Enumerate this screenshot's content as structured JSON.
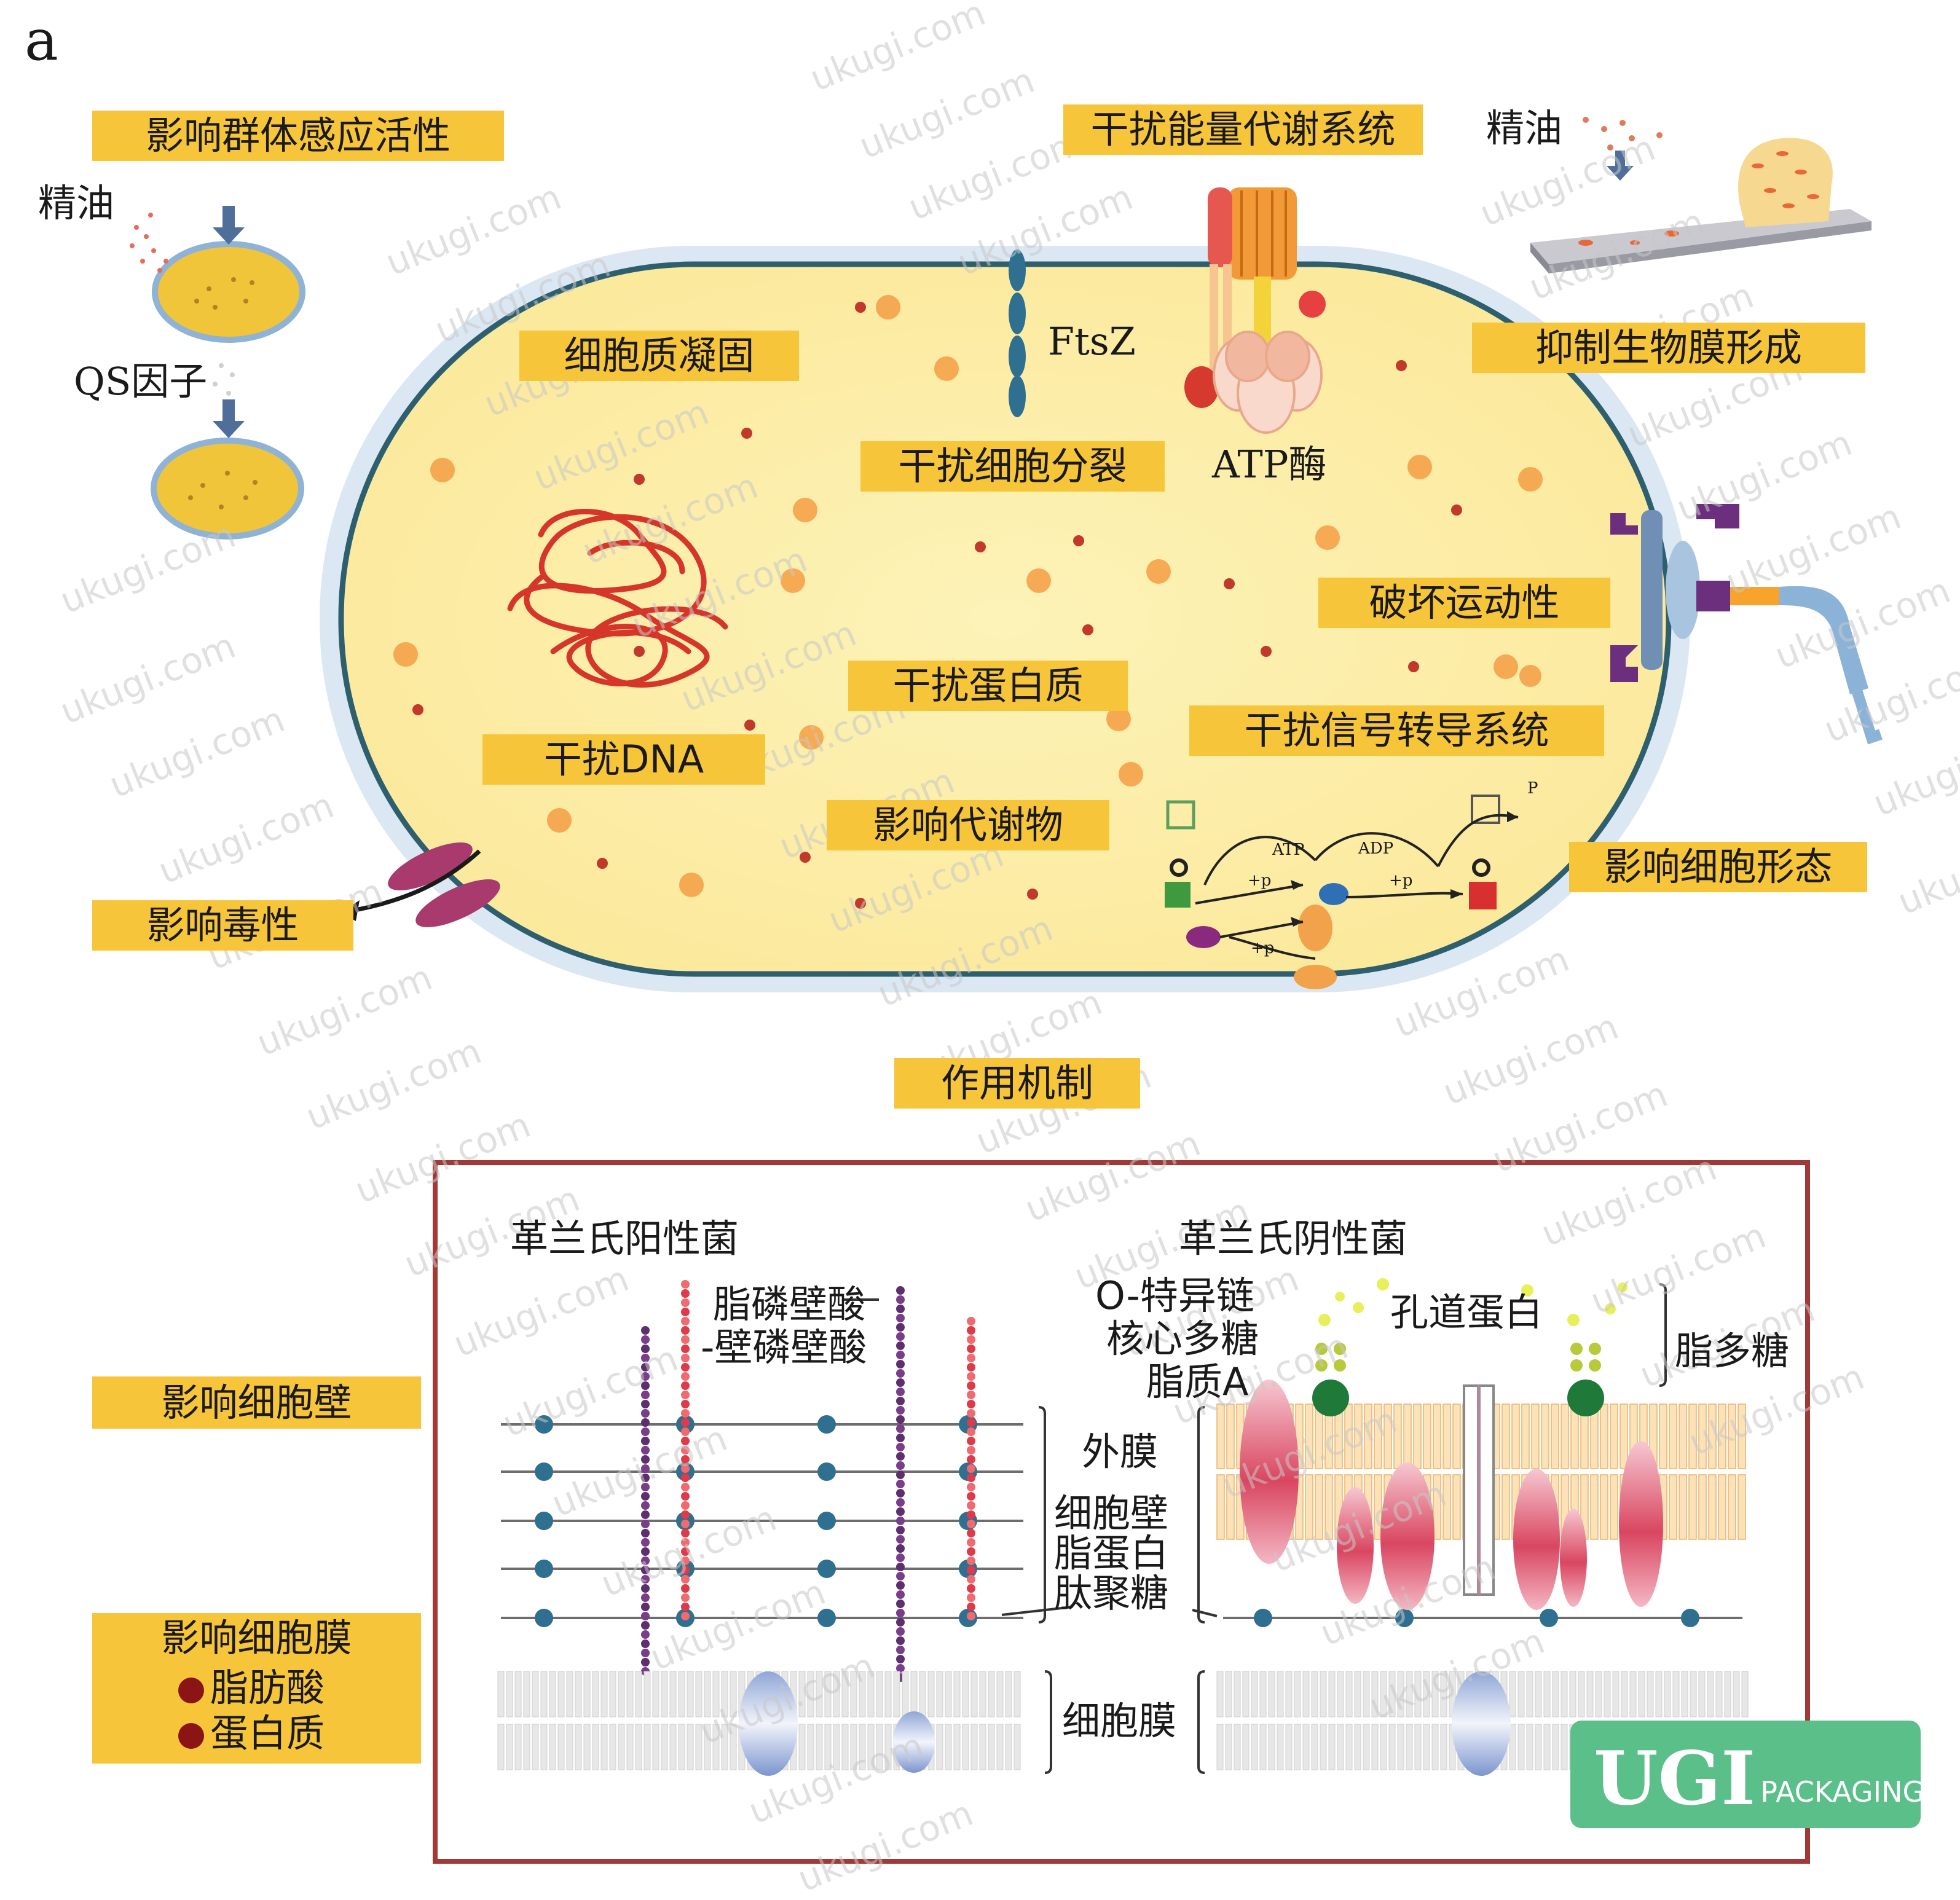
{
  "panel_letter": "a",
  "labels": {
    "qs_activity": "影响群体感应活性",
    "energy": "干扰能量代谢系统",
    "biofilm": "抑制生物膜形成",
    "cytoplasm": "细胞质凝固",
    "division": "干扰细胞分裂",
    "motility": "破坏运动性",
    "protein": "干扰蛋白质",
    "signal": "干扰信号转导系统",
    "dna": "干扰DNA",
    "metabolite": "影响代谢物",
    "morphology": "影响细胞形态",
    "toxicity": "影响毒性",
    "mechanism": "作用机制",
    "cell_wall": "影响细胞壁",
    "membrane_title": "影响细胞膜",
    "membrane_items": [
      "脂肪酸",
      "蛋白质"
    ]
  },
  "text": {
    "oil_left": "精油",
    "oil_right": "精油",
    "qs_factor": "QS因子",
    "ftsz": "FtsZ",
    "atpase": "ATP酶",
    "atp": "ATP",
    "adp": "ADP",
    "plus_p": "+p",
    "p": "P",
    "gram_pos": "革兰氏阳性菌",
    "gram_neg": "革兰氏阴性菌",
    "lipo_teichoic": "脂磷壁酸",
    "wall_teichoic": "-壁磷壁酸",
    "o_chain": "O-特异链",
    "core_sugar": "核心多糖",
    "lipid_a": "脂质A",
    "porin": "孔道蛋白",
    "lps": "脂多糖",
    "outer_membrane": "外膜",
    "cell_wall": "细胞壁",
    "lipoprotein": "脂蛋白",
    "peptidoglycan": "肽聚糖",
    "cell_membrane": "细胞膜"
  },
  "logo": {
    "main": "UGI",
    "sub": "PACKAGING"
  },
  "watermark": "ukugi.com",
  "colors": {
    "label_bg": "#f7c53a",
    "cytoplasm": "#fcefa9",
    "envelope": "#d7e6f2",
    "membrane": "#2e5f6e",
    "dna": "#d6352a",
    "frame": "#a13a36",
    "logo": "#5bbf8a"
  }
}
